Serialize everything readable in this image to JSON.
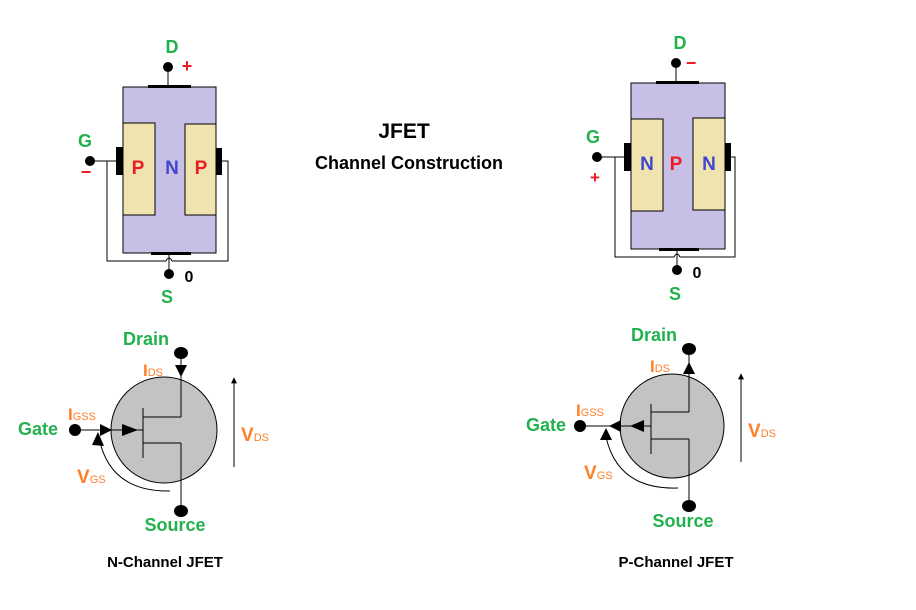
{
  "title": {
    "main": "JFET",
    "sub": "Channel Construction"
  },
  "colors": {
    "terminal_label": "#22b14c",
    "polarity": "#ed1c24",
    "current_voltage": "#ff7f27",
    "channel_fill": "#c8bfe7",
    "gate_region_fill": "#efe4b0",
    "n_type_text": "#3f48cc",
    "p_type_text": "#ed1c24",
    "symbol_fill": "#c3c3c3"
  },
  "n_channel_construction": {
    "drain_label": "D",
    "drain_polarity": "+",
    "gate_label": "G",
    "gate_polarity": "−",
    "source_label": "S",
    "source_potential": "0",
    "left_region": "P",
    "channel": "N",
    "right_region": "P"
  },
  "p_channel_construction": {
    "drain_label": "D",
    "drain_polarity": "−",
    "gate_label": "G",
    "gate_polarity": "+",
    "source_label": "S",
    "source_potential": "0",
    "left_region": "N",
    "channel": "P",
    "right_region": "N"
  },
  "n_channel_symbol": {
    "drain": "Drain",
    "gate": "Gate",
    "source": "Source",
    "ids_main": "I",
    "ids_sub": "DS",
    "igss_main": "I",
    "igss_sub": "GSS",
    "vgs_main": "V",
    "vgs_sub": "GS",
    "vds_main": "V",
    "vds_sub": "DS",
    "caption": "N-Channel JFET"
  },
  "p_channel_symbol": {
    "drain": "Drain",
    "gate": "Gate",
    "source": "Source",
    "ids_main": "I",
    "ids_sub": "DS",
    "igss_main": "I",
    "igss_sub": "GSS",
    "vgs_main": "V",
    "vgs_sub": "GS",
    "vds_main": "V",
    "vds_sub": "DS",
    "caption": "P-Channel JFET"
  }
}
